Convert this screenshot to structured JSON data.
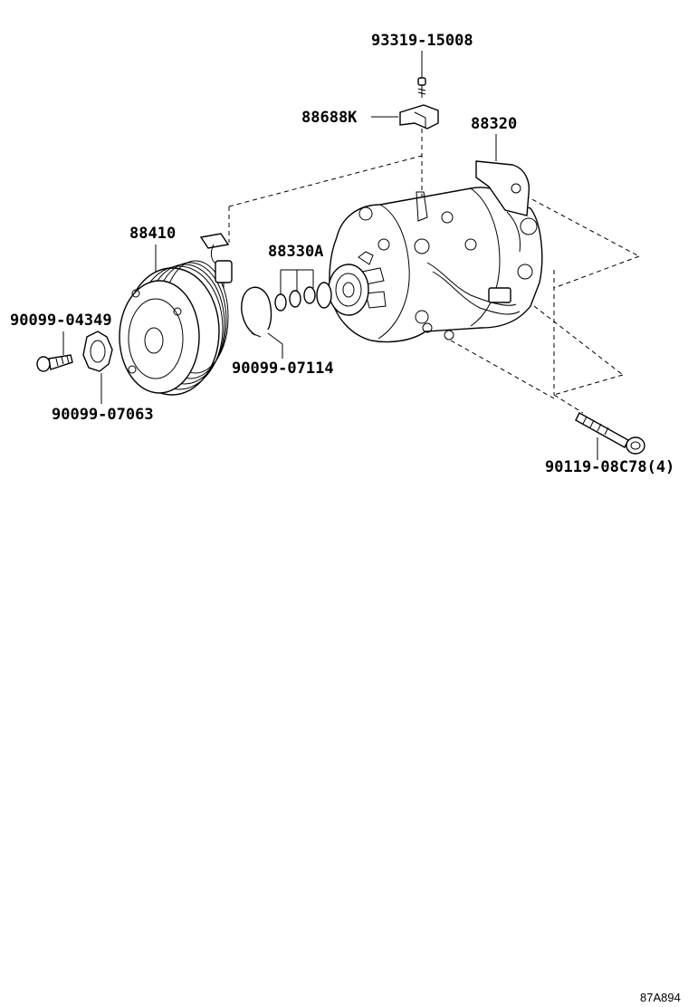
{
  "labels": {
    "p93319": "93319-15008",
    "p88688": "88688K",
    "p88320": "88320",
    "p88410": "88410",
    "p88330": "88330A",
    "p90099_04349": "90099-04349",
    "p90099_07114": "90099-07114",
    "p90099_07063": "90099-07063",
    "p90119": "90119-08C78(4)"
  },
  "diagram_ref": "87A894"
}
